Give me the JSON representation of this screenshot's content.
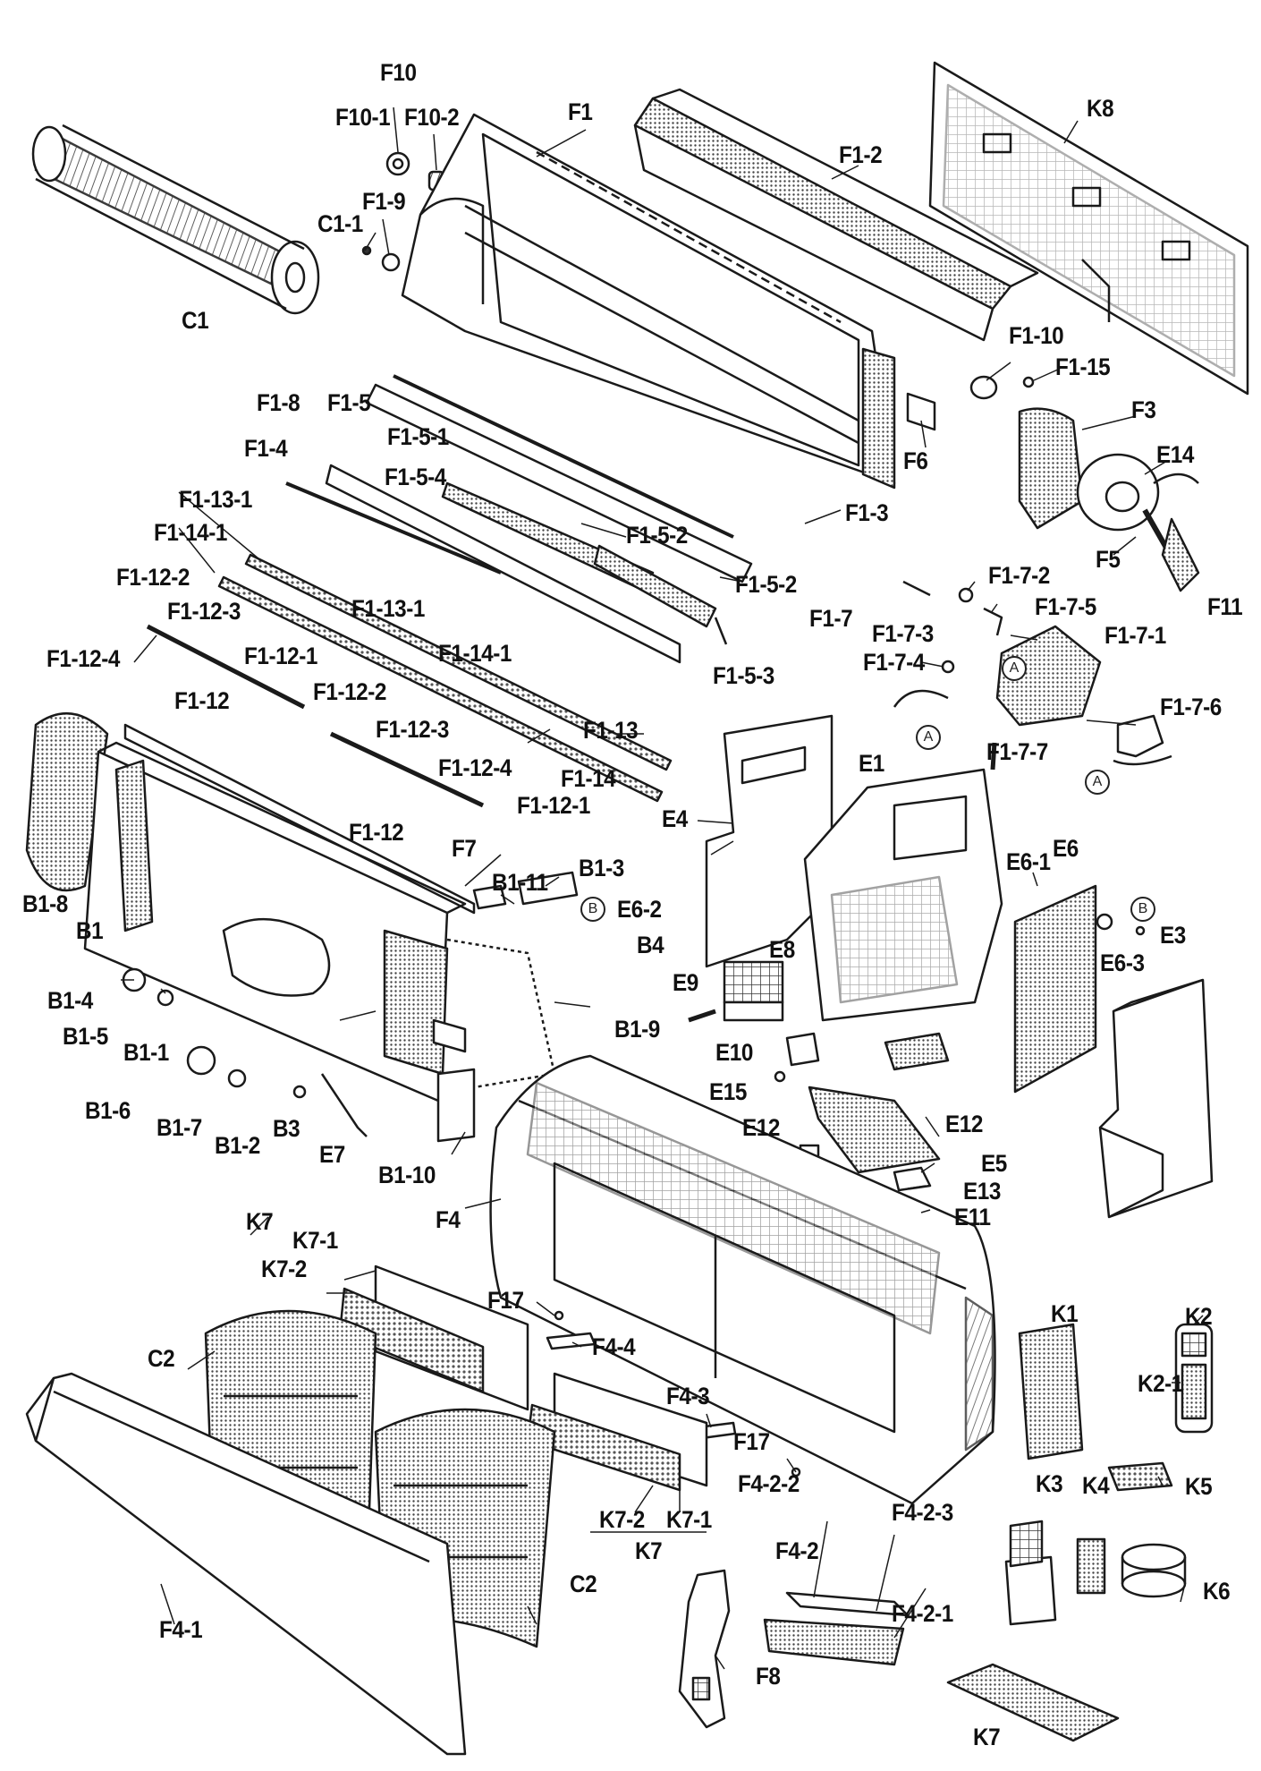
{
  "diagram": {
    "labels": {
      "F10": "F10",
      "F10_1": "F10-1",
      "F10_2": "F10-2",
      "F1": "F1",
      "F1_2": "F1-2",
      "K8": "K8",
      "C1_1": "C1-1",
      "F1_9": "F1-9",
      "C1": "C1",
      "F1_10": "F1-10",
      "F1_15": "F1-15",
      "F1_8": "F1-8",
      "F1_5": "F1-5",
      "F1_5_1": "F1-5-1",
      "F6": "F6",
      "F3": "F3",
      "F1_4": "F1-4",
      "F1_5_4": "F1-5-4",
      "E14": "E14",
      "F1_13_1a": "F1-13-1",
      "F1_3": "F1-3",
      "F1_14_1a": "F1-14-1",
      "F1_5_2a": "F1-5-2",
      "F5": "F5",
      "F1_12_2a": "F1-12-2",
      "F1_7_2": "F1-7-2",
      "F11": "F11",
      "F1_12_3a": "F1-12-3",
      "F1_13_1b": "F1-13-1",
      "F1_5_2b": "F1-5-2",
      "F1_7_5": "F1-7-5",
      "F1_7": "F1-7",
      "F1_7_3": "F1-7-3",
      "F1_12_4a": "F1-12-4",
      "F1_14_1b": "F1-14-1",
      "F1_7_1": "F1-7-1",
      "F1_7_4": "F1-7-4",
      "F1_12_1a": "F1-12-1",
      "F1_5_3": "F1-5-3",
      "F1_12a": "F1-12",
      "F1_12_2b": "F1-12-2",
      "F1_13": "F1-13",
      "F1_7_6": "F1-7-6",
      "F1_12_3b": "F1-12-3",
      "F1_14": "F1-14",
      "F1_7_7": "F1-7-7",
      "F1_12_4b": "F1-12-4",
      "E1": "E1",
      "F1_12_1b": "F1-12-1",
      "F1_12b": "F1-12",
      "E4": "E4",
      "F7": "F7",
      "B1_11": "B1-11",
      "B1_3": "B1-3",
      "B1_8": "B1-8",
      "E6_1": "E6-1",
      "E6": "E6",
      "B1": "B1",
      "E6_2": "E6-2",
      "B4": "B4",
      "E8": "E8",
      "E6_3": "E6-3",
      "E3": "E3",
      "B1_4": "B1-4",
      "E9": "E9",
      "B1_5": "B1-5",
      "B1_9": "B1-9",
      "B1_1": "B1-1",
      "E10": "E10",
      "B1_6": "B1-6",
      "E15": "E15",
      "E12a": "E12",
      "B1_7": "B1-7",
      "B3": "B3",
      "B1_2": "B1-2",
      "E12b": "E12",
      "E7": "E7",
      "E5": "E5",
      "B1_10": "B1-10",
      "E13": "E13",
      "F4": "F4",
      "E11": "E11",
      "K7a": "K7",
      "K7_1a": "K7-1",
      "K7_2a": "K7-2",
      "F17a": "F17",
      "K1": "K1",
      "K2": "K2",
      "C2a": "C2",
      "F4_4": "F4-4",
      "F4_3": "F4-3",
      "K2_1": "K2-1",
      "F17b": "F17",
      "F4_2_2": "F4-2-2",
      "K3": "K3",
      "K4": "K4",
      "K5": "K5",
      "F4_2_3": "F4-2-3",
      "K7_2b": "K7-2",
      "K7_1b": "K7-1",
      "K7b": "K7",
      "F4_2": "F4-2",
      "C2b": "C2",
      "F4_1": "F4-1",
      "F4_2_1": "F4-2-1",
      "K6": "K6",
      "F8": "F8",
      "K7c": "K7"
    },
    "callouts": {
      "A1": "A",
      "A2": "A",
      "A3": "A",
      "B1": "B",
      "B2": "B"
    }
  }
}
